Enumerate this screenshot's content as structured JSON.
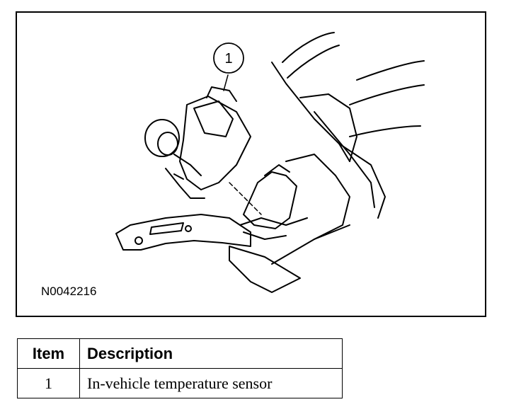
{
  "figure": {
    "id": "N0042216",
    "callouts": [
      {
        "label": "1"
      }
    ]
  },
  "legend": {
    "headers": {
      "item": "Item",
      "description": "Description"
    },
    "rows": [
      {
        "item": "1",
        "description": "In-vehicle temperature sensor"
      }
    ]
  }
}
